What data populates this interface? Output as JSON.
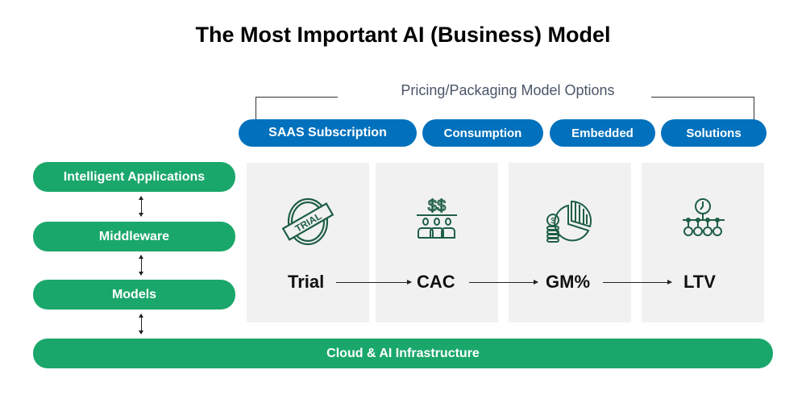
{
  "title": "The Most Important AI (Business) Model",
  "pricing": {
    "label": "Pricing/Packaging Model Options",
    "options": [
      "SAAS Subscription",
      "Consumption",
      "Embedded",
      "Solutions"
    ]
  },
  "stack": [
    "Intelligent Applications",
    "Middleware",
    "Models",
    "Cloud & AI Infrastructure"
  ],
  "metrics": [
    "Trial",
    "CAC",
    "GM%",
    "LTV"
  ],
  "icon_text": "TRIAL",
  "colors": {
    "blue": "#0171bd",
    "green": "#1aa76b",
    "icon": "#1e5e45"
  }
}
